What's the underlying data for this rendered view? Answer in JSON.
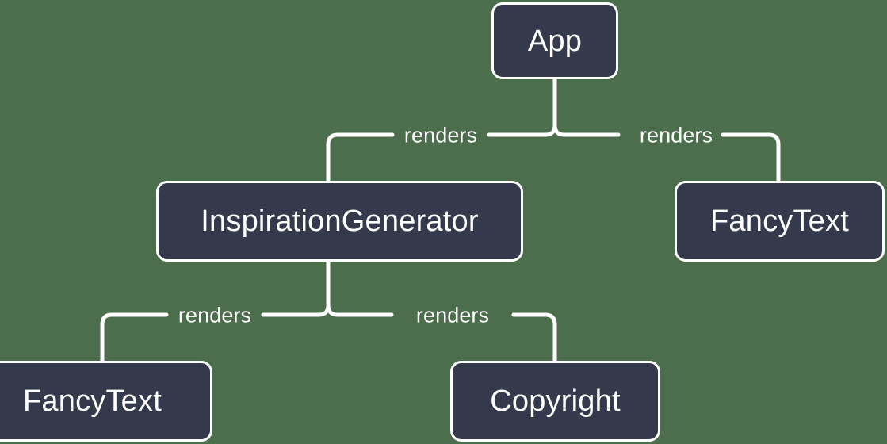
{
  "diagram": {
    "type": "component-tree",
    "background_color": "#4c6e4c",
    "node_fill_color": "#343a4b",
    "node_border_color": "#ffffff",
    "node_text_color": "#ffffff",
    "edge_color": "#ffffff",
    "title": "",
    "nodes": [
      {
        "id": "app",
        "label": "App"
      },
      {
        "id": "inspiration-generator",
        "label": "InspirationGenerator"
      },
      {
        "id": "fancy-text-right",
        "label": "FancyText"
      },
      {
        "id": "fancy-text-bottom-left",
        "label": "FancyText"
      },
      {
        "id": "copyright",
        "label": "Copyright"
      }
    ],
    "edges": [
      {
        "from": "app",
        "to": "inspiration-generator",
        "label": "renders"
      },
      {
        "from": "app",
        "to": "fancy-text-right",
        "label": "renders"
      },
      {
        "from": "inspiration-generator",
        "to": "fancy-text-bottom-left",
        "label": "renders"
      },
      {
        "from": "inspiration-generator",
        "to": "copyright",
        "label": "renders"
      }
    ]
  }
}
